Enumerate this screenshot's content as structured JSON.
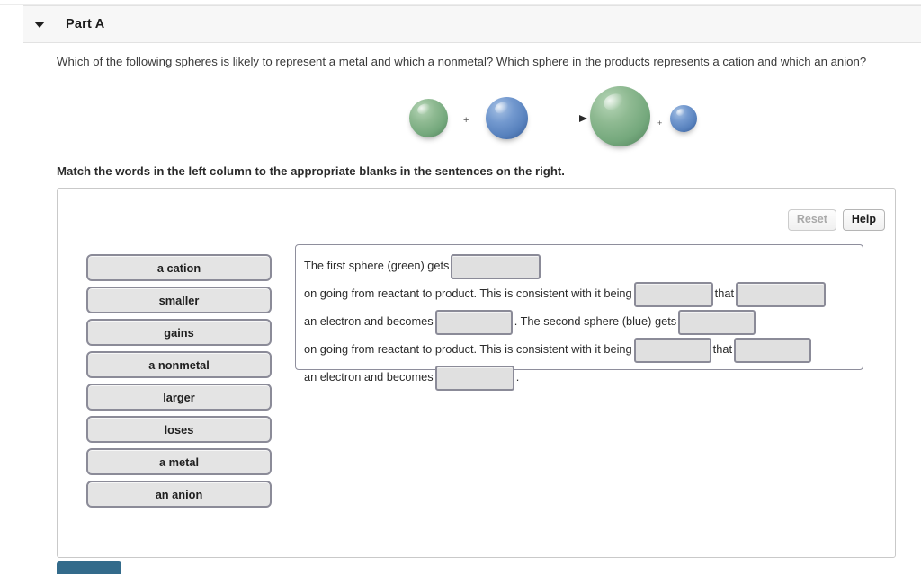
{
  "header": {
    "caret_icon": "chevron-down-icon",
    "title": "Part A"
  },
  "prompt": "Which of the following spheres is likely to represent a metal and which a nonmetal? Which sphere in the products represents a cation and which an anion?",
  "diagram": {
    "reactant_green_label": "green-sphere-reactant",
    "reactant_blue_label": "blue-sphere-reactant",
    "product_green_label": "green-sphere-product",
    "product_blue_label": "blue-sphere-product",
    "plus_1": "+",
    "plus_2": "+",
    "arrow": "reaction-arrow",
    "green_color": "#7fae85",
    "blue_color": "#5b82bd"
  },
  "match_instruction": "Match the words in the left column to the appropriate blanks in the sentences on the right.",
  "toolbar": {
    "reset_label": "Reset",
    "help_label": "Help"
  },
  "word_bank": [
    {
      "label": "a cation"
    },
    {
      "label": "smaller"
    },
    {
      "label": "gains"
    },
    {
      "label": "a nonmetal"
    },
    {
      "label": "larger"
    },
    {
      "label": "loses"
    },
    {
      "label": "a metal"
    },
    {
      "label": "an anion"
    }
  ],
  "sentence": {
    "seg_1": "The first sphere (green) gets",
    "blank_1": "",
    "seg_2": "on going from reactant to product. This is consistent with it being",
    "blank_2": "",
    "seg_3": "that",
    "blank_3": "",
    "seg_4": "an electron and becomes",
    "blank_4": "",
    "seg_5": ". The second sphere (blue) gets",
    "blank_5": "",
    "seg_6": "on going from reactant to product. This is consistent with it being",
    "blank_6": "",
    "seg_7": "that",
    "blank_7": "",
    "seg_8": "an electron and becomes",
    "blank_8": "",
    "seg_9": "."
  },
  "submit": {
    "accent_color": "#336b8b"
  }
}
